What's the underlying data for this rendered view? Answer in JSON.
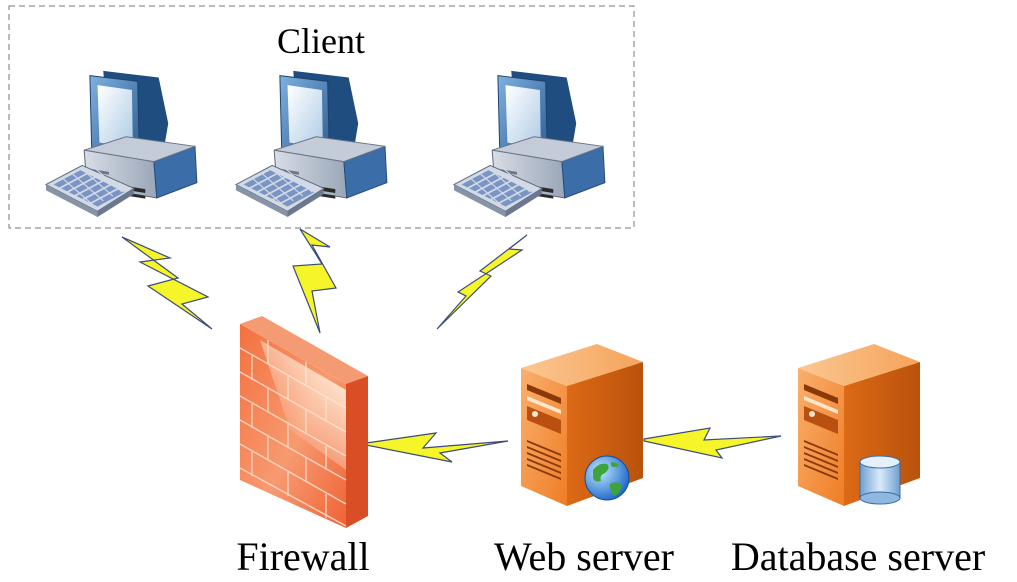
{
  "client_group": {
    "label": "Client",
    "computers": [
      {
        "id": "client-1",
        "icon": "desktop-computer-icon"
      },
      {
        "id": "client-2",
        "icon": "desktop-computer-icon"
      },
      {
        "id": "client-3",
        "icon": "desktop-computer-icon"
      }
    ]
  },
  "nodes": {
    "firewall": {
      "label": "Firewall",
      "icon": "firewall-brick-wall-icon"
    },
    "web_server": {
      "label": "Web server",
      "icon": "server-tower-icon",
      "badge_icon": "globe-icon"
    },
    "database_server": {
      "label": "Database server",
      "icon": "server-tower-icon",
      "badge_icon": "database-cylinder-icon"
    }
  },
  "links": [
    {
      "from": "client-1",
      "to": "firewall",
      "style": "lightning"
    },
    {
      "from": "client-2",
      "to": "firewall",
      "style": "lightning"
    },
    {
      "from": "client-3",
      "to": "firewall",
      "style": "lightning"
    },
    {
      "from": "firewall",
      "to": "web_server",
      "style": "lightning"
    },
    {
      "from": "web_server",
      "to": "database_server",
      "style": "lightning"
    }
  ],
  "colors": {
    "lightning_fill": "#f5f52a",
    "lightning_stroke": "#3c4c78",
    "firewall": "#f06a3c",
    "server": "#f0872a",
    "computer_body": "#4a7ab0",
    "group_border": "#777777"
  }
}
